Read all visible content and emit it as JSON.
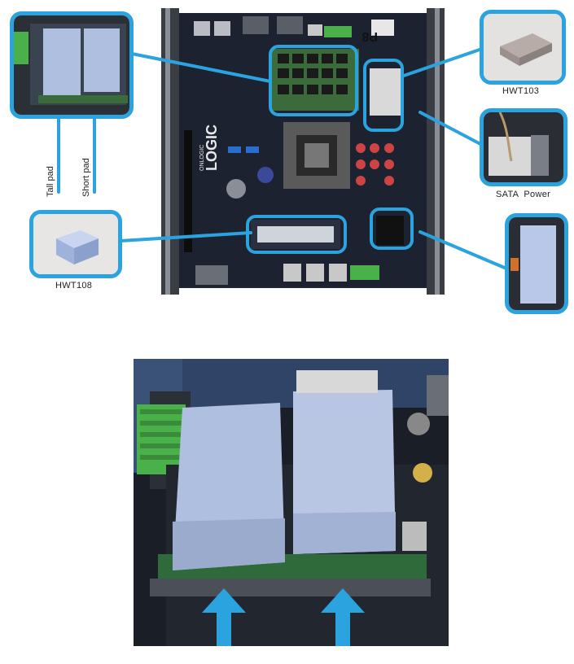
{
  "labels": {
    "tall_pad": "Tall pad",
    "short_pad": "Short pad",
    "hwt103": "HWT103",
    "sata_power": "SATA  Power",
    "hwt108": "HWT108"
  },
  "board_marks": {
    "brand": "LOGIC",
    "brand_sub": "ONLOGIC",
    "silk": "P8"
  },
  "colors": {
    "accent": "#2aa3df",
    "pad": "#aebfe0",
    "board": "#1c2230",
    "terminal": "#4ab04a"
  }
}
